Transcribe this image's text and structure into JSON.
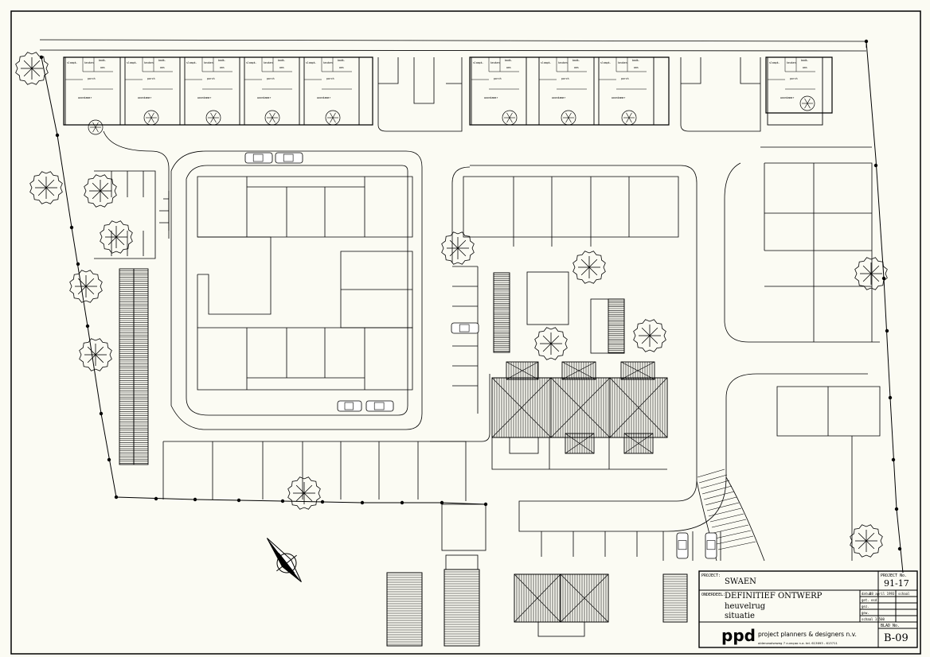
{
  "title_block": {
    "project_label": "PROJECT:",
    "project_name": "SWAEN",
    "project_no_label": "PROJECT No.",
    "project_no": "91-17",
    "subject_label": "ONDERDEEL:",
    "subject_line1": "DEFINITIEF ONTWERP",
    "subject_line2": "heuvelrug",
    "subject_line3": "situatie",
    "date_label": "datum",
    "date_value": "28 april 1993",
    "scale_label": "schaal",
    "rows": [
      "get.",
      "gez.",
      "gew.",
      "schaal 1:500"
    ],
    "row_values": [
      "esd",
      "",
      "",
      ""
    ],
    "logo": "ppd",
    "company": "project planners & designers n.v.",
    "address": "oldenzaalseweg 7    curaçao n.a.    tel. 613693 - 613711",
    "sheet_label": "BLAD No.",
    "sheet_no": "B-09"
  },
  "room_labels": {
    "living": "woonkamer",
    "kitchen": "keuken",
    "bedroom": "slaapk.",
    "porch": "porch",
    "bath": "badk.",
    "wash": "was"
  }
}
